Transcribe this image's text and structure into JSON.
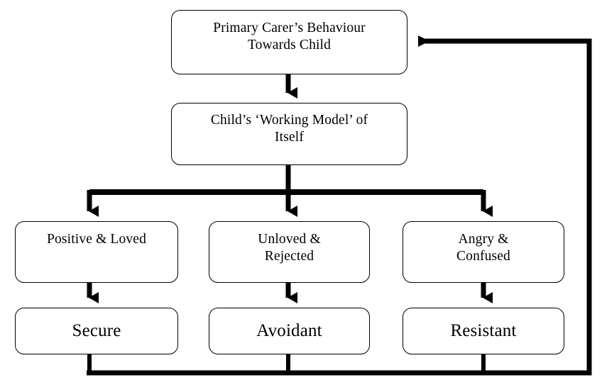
{
  "diagram": {
    "title": "Attachment Types Flowchart",
    "background_color": "#ffffff",
    "line_color": "#000000",
    "box_border_color": "#000000",
    "box_fill_color": "#ffffff",
    "nodes": {
      "primary_carer": "Primary Carer’s Behaviour\nTowards Child",
      "working_model": "Child’s ‘Working Model’ of\nItself",
      "positive_loved": "Positive & Loved",
      "unloved_rejected": "Unloved &\nRejected",
      "angry_confused": "Angry &\nConfused",
      "secure": "Secure",
      "avoidant": "Avoidant",
      "resistant": "Resistant"
    },
    "connectors": [
      {
        "name": "carer-to-model",
        "from": "primary_carer",
        "to": "working_model",
        "style": "arrow-down"
      },
      {
        "name": "model-to-branch-bar",
        "from": "working_model",
        "to": "branch-bar",
        "style": "line-down"
      },
      {
        "name": "branch-to-positive",
        "from": "branch-bar",
        "to": "positive_loved",
        "style": "arrow-down"
      },
      {
        "name": "branch-to-unloved",
        "from": "branch-bar",
        "to": "unloved_rejected",
        "style": "arrow-down"
      },
      {
        "name": "branch-to-angry",
        "from": "branch-bar",
        "to": "angry_confused",
        "style": "arrow-down"
      },
      {
        "name": "positive-to-secure",
        "from": "positive_loved",
        "to": "secure",
        "style": "arrow-down"
      },
      {
        "name": "unloved-to-avoidant",
        "from": "unloved_rejected",
        "to": "avoidant",
        "style": "arrow-down"
      },
      {
        "name": "angry-to-resistant",
        "from": "angry_confused",
        "to": "resistant",
        "style": "arrow-down"
      },
      {
        "name": "feedback-loop",
        "from": "outcomes",
        "to": "primary_carer",
        "style": "arrow-left"
      }
    ]
  }
}
